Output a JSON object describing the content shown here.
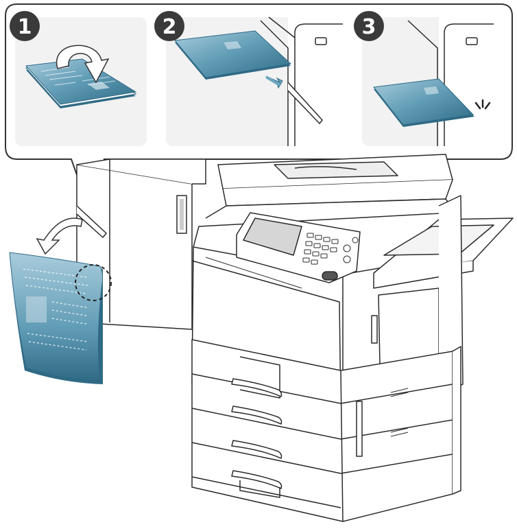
{
  "steps": [
    {
      "number": "1"
    },
    {
      "number": "2"
    },
    {
      "number": "3"
    }
  ],
  "colors": {
    "paper_dark": "#2f6a85",
    "paper_mid": "#5f9bb5",
    "paper_light": "#a9ccdc",
    "panel_bg": "#f2f2f2",
    "callout_border": "#333333",
    "badge_bg": "#3a3a3a",
    "machine_fill": "#ffffff",
    "machine_stroke": "#2a2a2a",
    "screen": "#d6d6d6"
  },
  "icons": [
    "curved-arrow-icon",
    "insert-arrow-icon",
    "click-mark-icon",
    "dashed-circle-icon"
  ]
}
